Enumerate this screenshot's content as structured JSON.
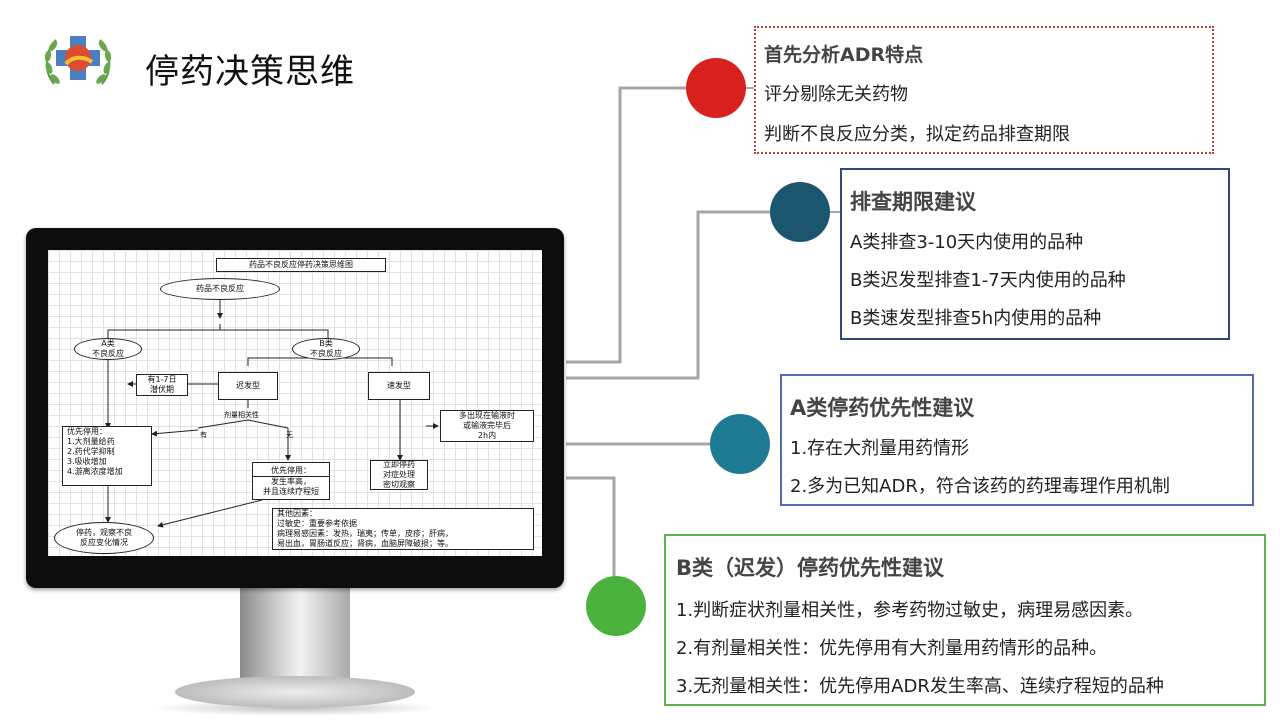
{
  "page": {
    "title": "停药决策思维"
  },
  "colors": {
    "red": "#d8211f",
    "teal_dark": "#1b566e",
    "teal": "#1f7b94",
    "green": "#4bb33d",
    "red_border": "#b94040",
    "navy_border": "#2e4a7a",
    "blue_border": "#4f6fa8",
    "green_border": "#5cb34a"
  },
  "flowchart": {
    "title": "药品不良反应停药决策思维图",
    "start": "药品不良反应",
    "a_type": [
      "A类",
      "不良反应"
    ],
    "b_type": [
      "B类",
      "不良反应"
    ],
    "latency": [
      "有1-7日",
      "潜伏期"
    ],
    "delayed": "迟发型",
    "rapid": "速发型",
    "dose_relation": "剂量相关性",
    "yes": "有",
    "no": "无",
    "infusion": [
      "多出现在输液时",
      "或输液完毕后",
      "2h内"
    ],
    "priority_a_title": "优先停用：",
    "priority_a_items": [
      "1.大剂量给药",
      "2.药代学抑制",
      "3.吸收增加",
      "4.游离浓度增加"
    ],
    "stop_now": [
      "立即停药",
      "对症处理",
      "密切观察"
    ],
    "priority_b_title": "优先停用：",
    "priority_b_items": [
      "发生率高，",
      "并且连续疗程短"
    ],
    "stop_observe": [
      "停药，观察不良",
      "反应变化情况"
    ],
    "other_factors": [
      "其他因素：",
      "过敏史：重要参考依据",
      "病理易感因素：发热，瑞夷；传单，皮疹；肝病，",
      "易出血，胃肠道反应；肾病，血脑屏障破损；等。"
    ]
  },
  "callouts": {
    "adr": {
      "title": "首先分析ADR特点",
      "lines": [
        "评分剔除无关药物",
        "判断不良反应分类，拟定药品排查期限"
      ]
    },
    "period": {
      "title": "排查期限建议",
      "lines": [
        "A类排查3-10天内使用的品种",
        "B类迟发型排查1-7天内使用的品种",
        "B类速发型排查5h内使用的品种"
      ]
    },
    "a_priority": {
      "title": "A类停药优先性建议",
      "lines": [
        "1.存在大剂量用药情形",
        "2.多为已知ADR，符合该药的药理毒理作用机制"
      ]
    },
    "b_priority": {
      "title": "B类（迟发）停药优先性建议",
      "lines": [
        "1.判断症状剂量相关性，参考药物过敏史，病理易感因素。",
        "2.有剂量相关性：优先停用有大剂量用药情形的品种。",
        "3.无剂量相关性：优先停用ADR发生率高、连续疗程短的品种"
      ]
    }
  },
  "icons": {
    "logo": "hospital-pharmacy-logo-icon"
  }
}
